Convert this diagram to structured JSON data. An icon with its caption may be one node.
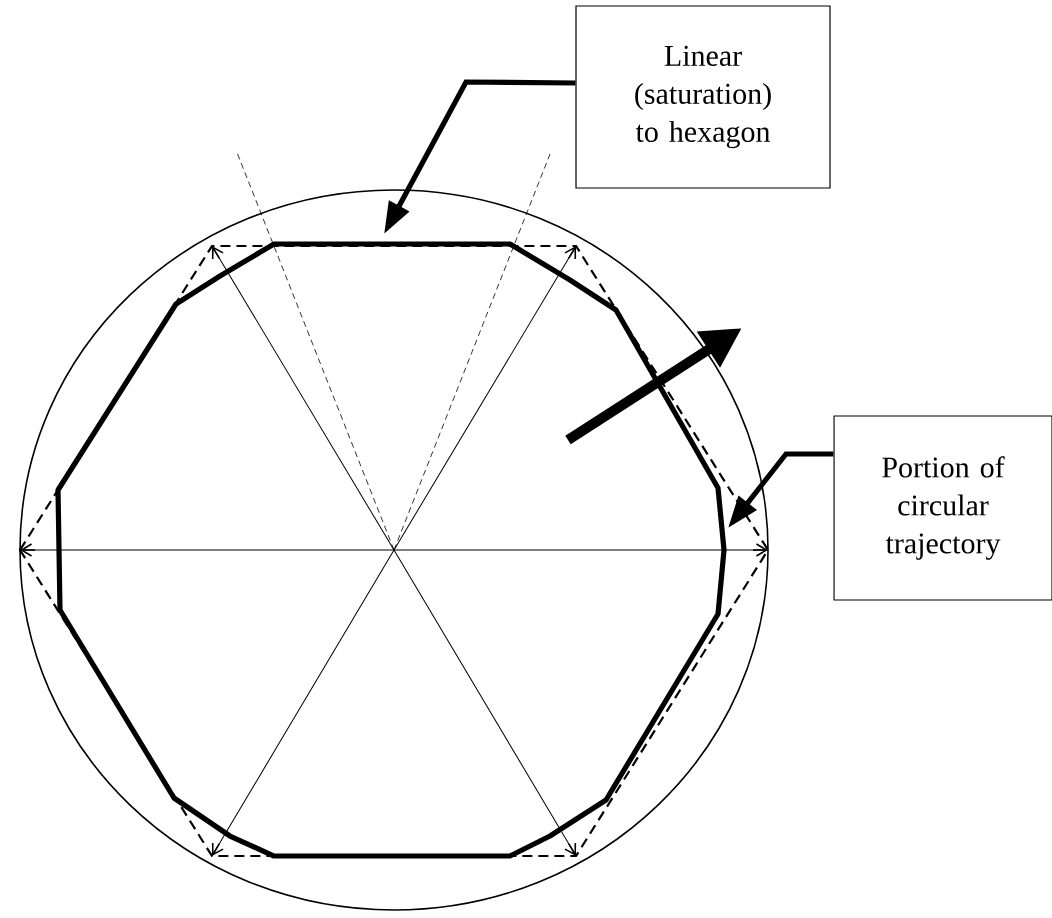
{
  "diagram": {
    "nodes": [
      {
        "text": [
          "Linear (saturation) to hexagon"
        ]
      },
      {
        "text": [
          "Portion of circular trajectory"
        ]
      }
    ],
    "edges": [
      {
        "from": 0,
        "to": null,
        "arrow": "to"
      },
      {
        "from": 1,
        "to": null,
        "arrow": "to"
      }
    ]
  }
}
